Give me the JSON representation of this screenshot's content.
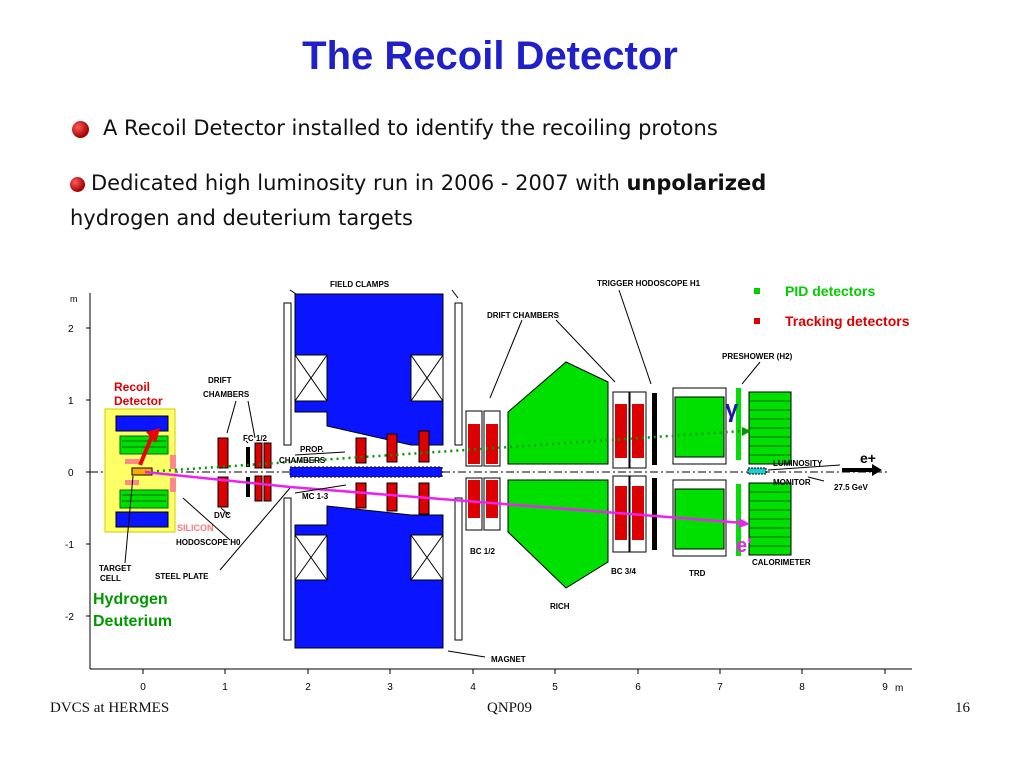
{
  "slide": {
    "title": "The Recoil Detector",
    "bullet1": "A Recoil Detector installed to identify the recoiling protons",
    "bullet2_pre": "Dedicated high luminosity run in 2006 - 2007 with ",
    "bullet2_bold": "unpolarized",
    "bullet2_post": "hydrogen and deuterium targets"
  },
  "footer": {
    "left": "DVCS at HERMES",
    "center": "QNP09",
    "page": "16"
  },
  "diagram": {
    "y_unit": "m",
    "y_ticks": [
      "2",
      "1",
      "0",
      "-1",
      "-2"
    ],
    "x_ticks": [
      "0",
      "1",
      "2",
      "3",
      "4",
      "5",
      "6",
      "7",
      "8",
      "9"
    ],
    "x_unit": "m",
    "legend": [
      {
        "label": "PID detectors",
        "color": "#00cc00"
      },
      {
        "label": "Tracking detectors",
        "color": "#dd0000"
      }
    ],
    "labels": {
      "field_clamps": "FIELD CLAMPS",
      "trigger_hodoscope": "TRIGGER HODOSCOPE H1",
      "drift_chambers": "DRIFT CHAMBERS",
      "preshower": "PRESHOWER (H2)",
      "recoil_line1": "Recoil",
      "recoil_line2": "Detector",
      "drift_small_1": "DRIFT",
      "drift_small_2": "CHAMBERS",
      "fc": "FC 1/2",
      "prop_1": "PROP.",
      "prop_2": "CHAMBERS",
      "mc": "MC 1-3",
      "dvc": "DVC",
      "silicon": "SILICON",
      "hodoscope_h0": "HODOSCOPE H0",
      "target_1": "TARGET",
      "target_2": "CELL",
      "steel_plate": "STEEL PLATE",
      "hydrogen": "Hydrogen",
      "deuterium": "Deuterium",
      "bc12": "BC 1/2",
      "rich": "RICH",
      "bc34": "BC 3/4",
      "trd": "TRD",
      "calorimeter": "CALORIMETER",
      "luminosity_1": "LUMINOSITY",
      "luminosity_2": "MONITOR",
      "energy": "27.5 GeV",
      "magnet": "MAGNET",
      "e_plus": "e+",
      "gamma": "γ",
      "e_prime": "e'"
    },
    "colors": {
      "pid": "#00e000",
      "tracking": "#dd0000",
      "magnet": "#0a14ff",
      "recoil_bg": "#ffff66",
      "beam_track": "#ee22ee",
      "gamma_track": "#009900"
    }
  }
}
